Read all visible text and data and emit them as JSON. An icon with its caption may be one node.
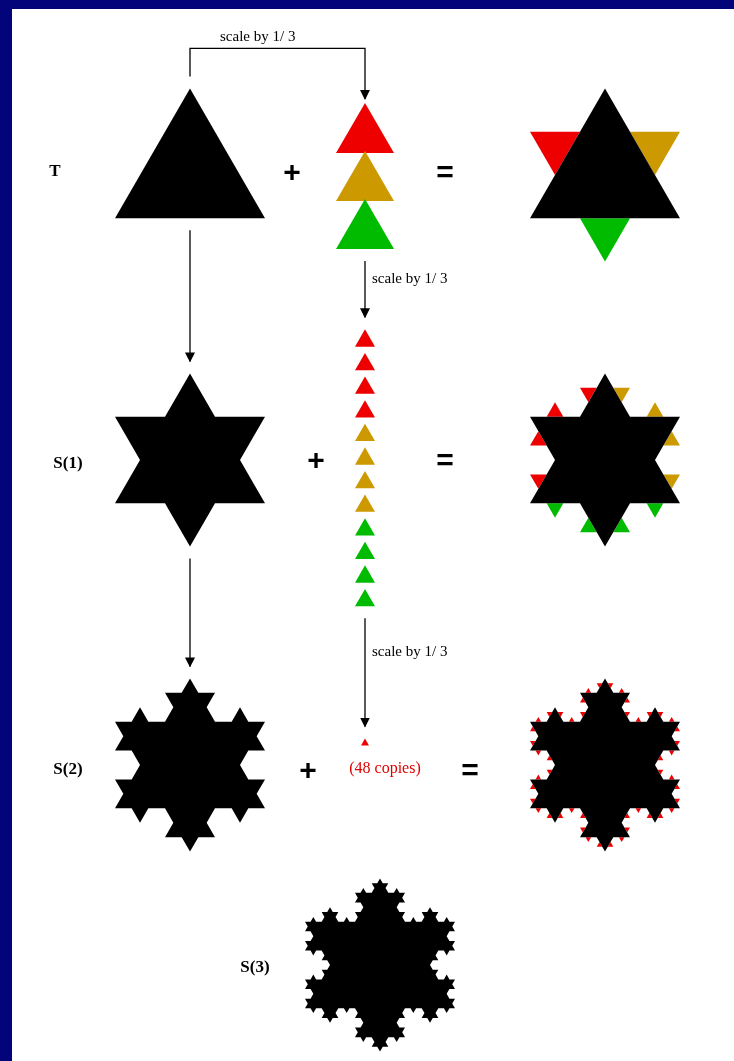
{
  "diagram": {
    "nodes": [
      {
        "text": [],
        "shape": "triangle",
        "beside": [
          "T"
        ]
      },
      {
        "text": [],
        "shape": "triangle"
      },
      {
        "text": [],
        "shape": "star"
      },
      {
        "text": [],
        "shape": "triangle"
      },
      {
        "text": [],
        "shape": "star",
        "beside": [
          "S(1)"
        ]
      },
      {
        "text": [],
        "shape": "star"
      },
      {
        "text": [],
        "shape": "triangle",
        "beside": [
          "(48 copies)"
        ]
      },
      {
        "text": [],
        "shape": "star",
        "beside": [
          "S(2)"
        ]
      },
      {
        "text": [],
        "shape": "star"
      },
      {
        "text": [],
        "shape": "star",
        "beside": [
          "S(3)"
        ]
      }
    ],
    "edges": [
      {
        "from": 0,
        "to": 1,
        "arrow": "to",
        "label": "scale by 1/ 3"
      },
      {
        "from": 1,
        "to": 3,
        "arrow": "to",
        "label": "scale by 1/ 3"
      },
      {
        "from": 3,
        "to": 6,
        "arrow": "to",
        "label": "scale by 1/ 3"
      },
      {
        "from": 0,
        "to": 4,
        "arrow": "to"
      },
      {
        "from": 4,
        "to": 7,
        "arrow": "to"
      }
    ],
    "labels": [
      "+",
      "=",
      "+",
      "=",
      "+",
      "="
    ]
  }
}
